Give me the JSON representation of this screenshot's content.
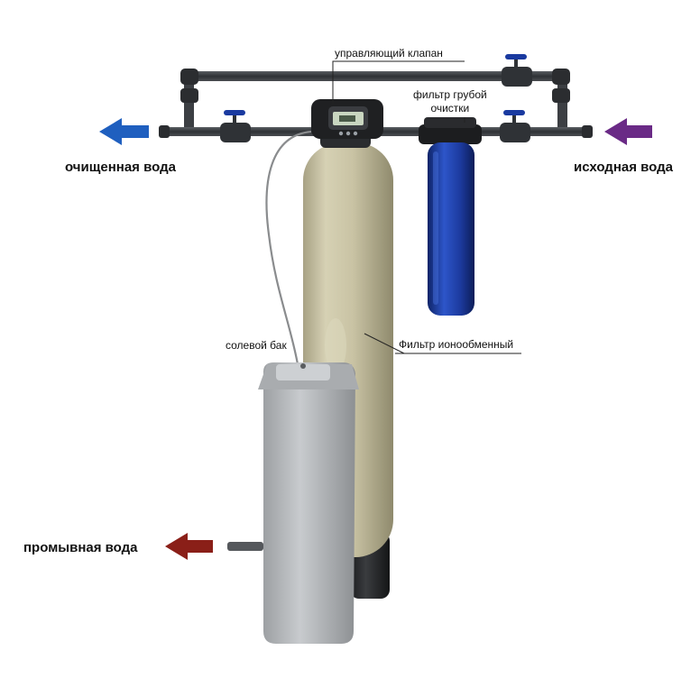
{
  "labels": {
    "control_valve": "управляющий клапан",
    "prefilter_line1": "фильтр грубой",
    "prefilter_line2": "очистки",
    "salt_tank": "солевой бак",
    "ion_filter": "Фильтр ионообменный",
    "clean_water": "очищенная вода",
    "source_water": "исходная вода",
    "waste_water": "промывная вода"
  },
  "colors": {
    "pipe": "#3c3f43",
    "clean_arrow": "#1f5fbf",
    "source_arrow": "#6a2a86",
    "waste_arrow": "#8a1f18",
    "vessel": "#c9c3a4",
    "prefilter_housing": "#1c3a9e",
    "salt_tank": "#b9bcbf",
    "valve_handle": "#1a3aa0"
  },
  "icons": {
    "clean_arrow": "arrow-left-icon",
    "source_arrow": "arrow-left-icon",
    "waste_arrow": "arrow-left-icon"
  }
}
